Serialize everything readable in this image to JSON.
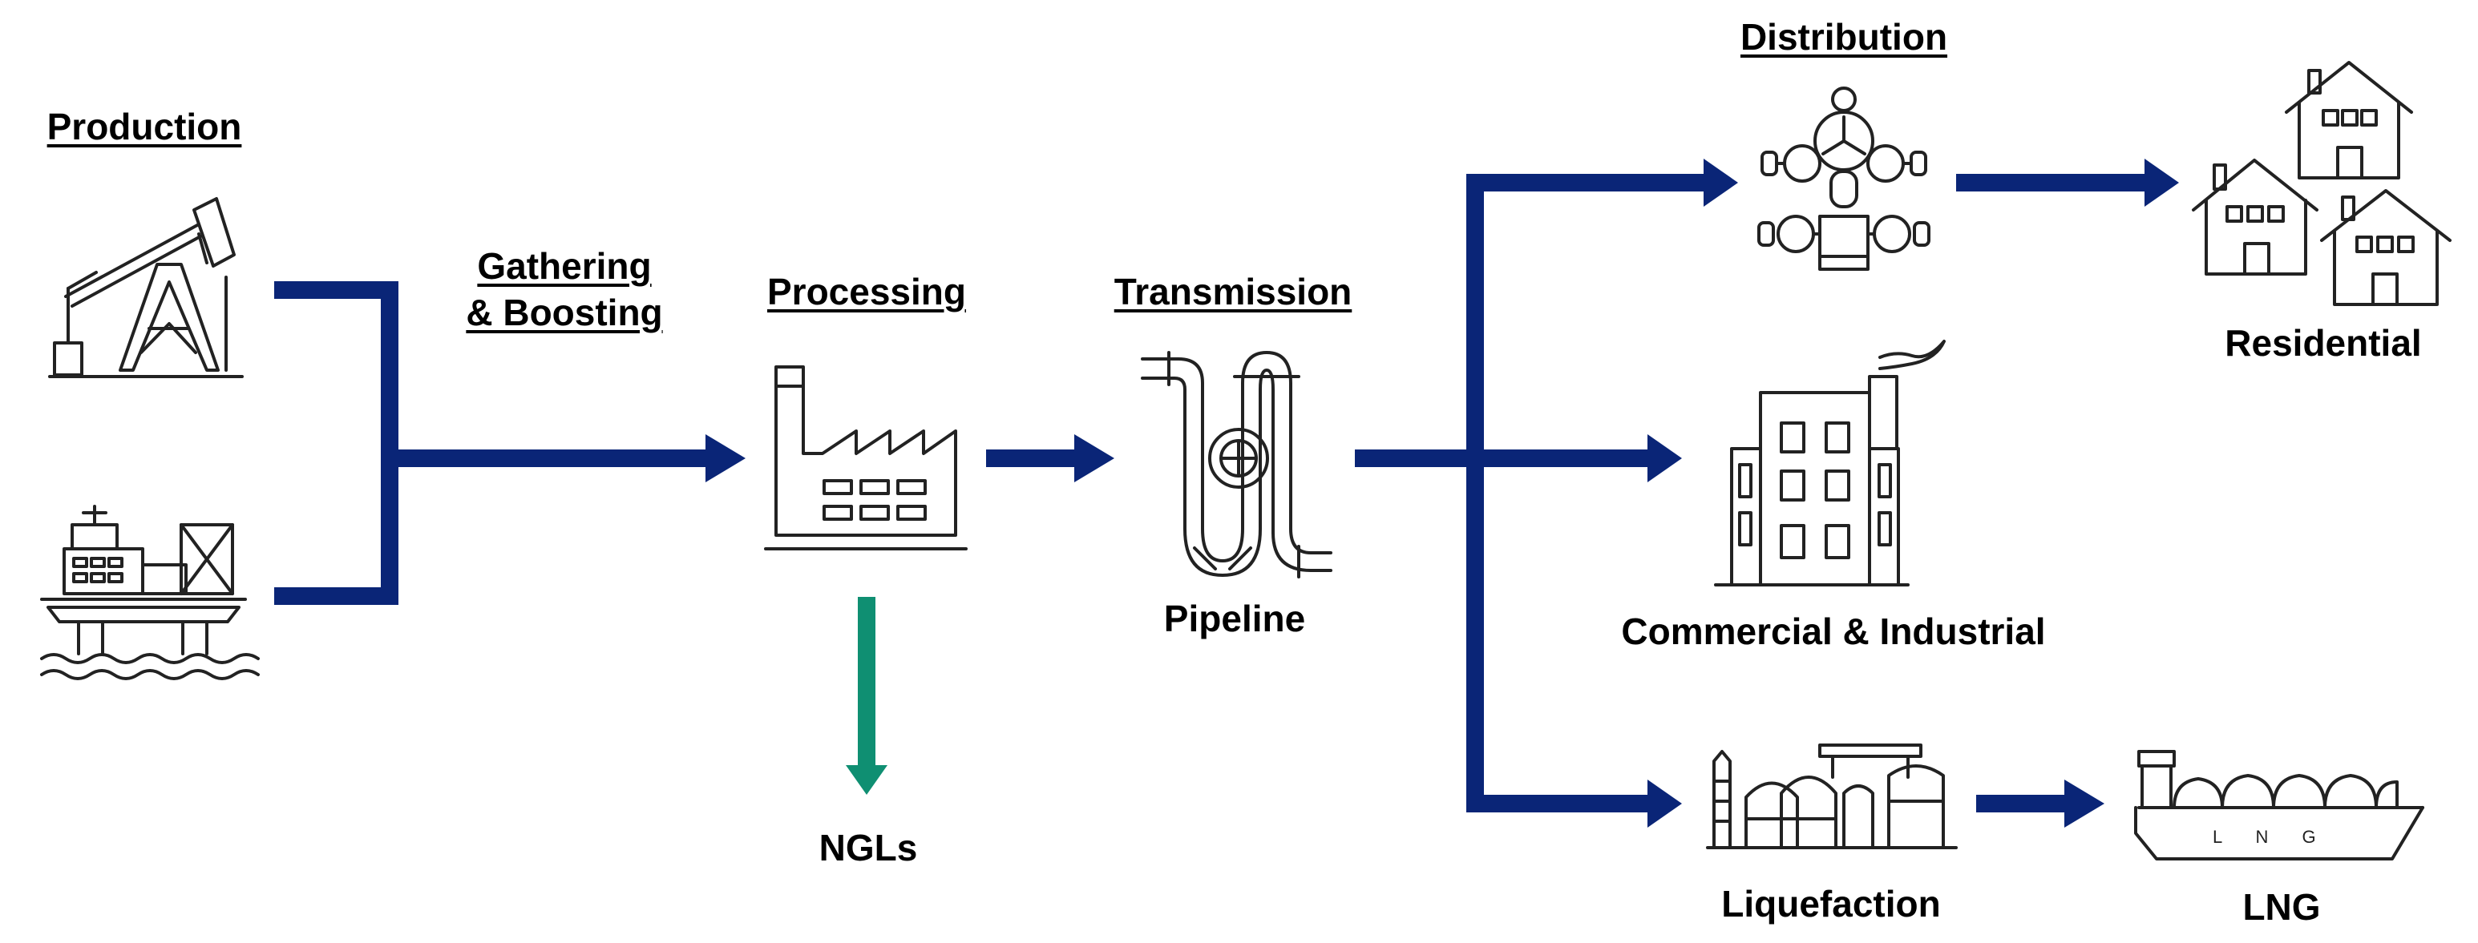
{
  "stages": {
    "production": "Production",
    "gathering_line1": "Gathering",
    "gathering_line2": "& Boosting",
    "processing": "Processing",
    "transmission": "Transmission",
    "distribution": "Distribution"
  },
  "labels": {
    "ngls": "NGLs",
    "pipeline": "Pipeline",
    "residential": "Residential",
    "commercial": "Commercial & Industrial",
    "liquefaction": "Liquefaction",
    "lng": "LNG"
  },
  "ship_text": "L N G",
  "colors": {
    "flow": "#0a2577",
    "ngl_flow": "#0f8f72",
    "icon": "#222222"
  }
}
